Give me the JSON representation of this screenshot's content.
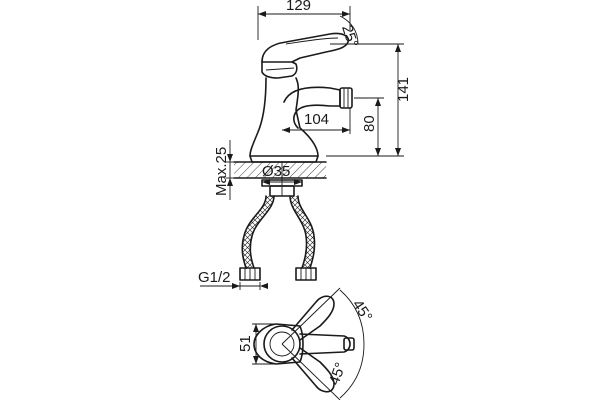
{
  "dimensions": {
    "width_129": "129",
    "angle_top": "25°",
    "height_141": "141",
    "spout_104": "104",
    "height_80": "80",
    "max_25": "Max.25",
    "diameter_35": "Ø35",
    "thread": "G1/2",
    "depth_51": "51",
    "angle_right_top": "45°",
    "angle_right_bottom": "45°"
  }
}
